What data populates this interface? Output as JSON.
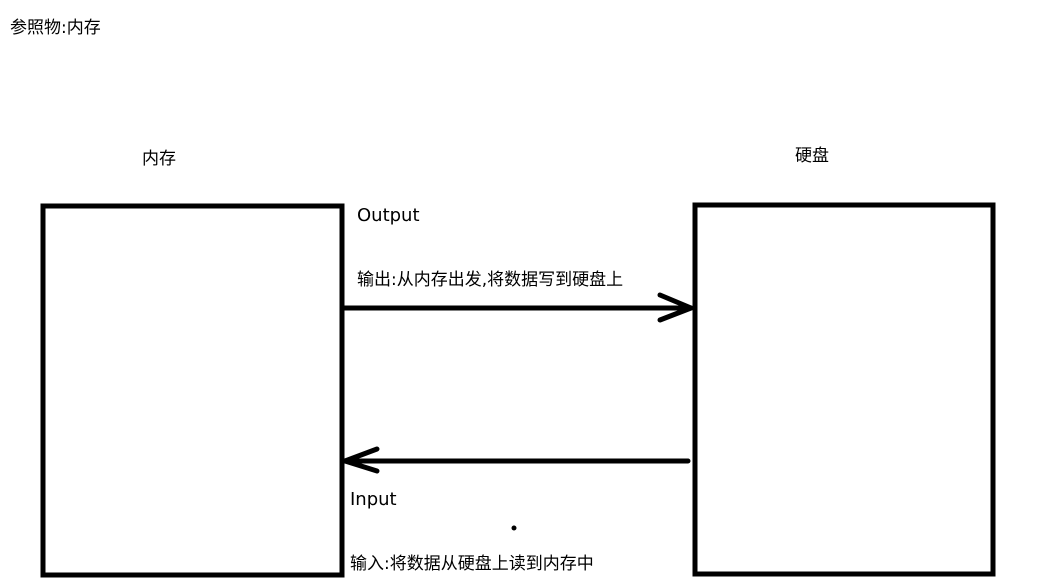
{
  "title": "参照物:内存",
  "nodes": {
    "memory": {
      "label": "内存"
    },
    "disk": {
      "label": "硬盘"
    }
  },
  "edges": {
    "output": {
      "label": "Output",
      "description": "输出:从内存出发,将数据写到硬盘上"
    },
    "input": {
      "label": "Input",
      "description": "输入:将数据从硬盘上读到内存中"
    }
  },
  "colors": {
    "stroke": "#000000",
    "background": "#ffffff"
  }
}
